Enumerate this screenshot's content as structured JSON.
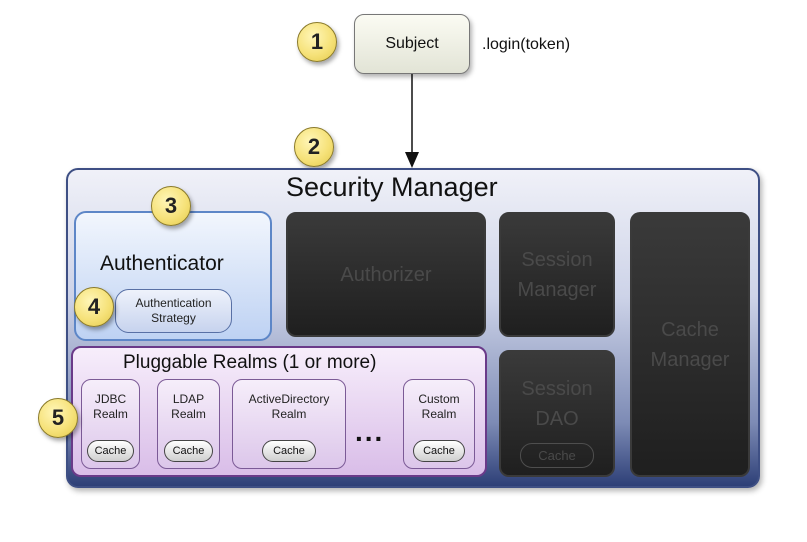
{
  "badges": [
    "1",
    "2",
    "3",
    "4",
    "5"
  ],
  "subject": {
    "label": "Subject",
    "call": ".login(token)"
  },
  "security_manager": {
    "title": "Security Manager",
    "authenticator": {
      "label": "Authenticator",
      "strategy_line1": "Authentication",
      "strategy_line2": "Strategy"
    },
    "authorizer": "Authorizer",
    "session_manager": [
      "Session",
      "Manager"
    ],
    "cache_manager": [
      "Cache",
      "Manager"
    ],
    "session_dao": [
      "Session",
      "DAO"
    ],
    "session_dao_cache": "Cache"
  },
  "realms": {
    "title": "Pluggable Realms (1 or more)",
    "ellipsis": "...",
    "items": [
      {
        "line1": "JDBC",
        "line2": "Realm",
        "cache": "Cache"
      },
      {
        "line1": "LDAP",
        "line2": "Realm",
        "cache": "Cache"
      },
      {
        "line1": "ActiveDirectory",
        "line2": "Realm",
        "cache": "Cache"
      },
      {
        "line1": "Custom",
        "line2": "Realm",
        "cache": "Cache"
      }
    ]
  },
  "colors": {
    "badge": "#f6e27a",
    "security_manager_border": "#3e4f84",
    "authenticator_fill": "#bed2f3",
    "dark_component": "#2a2a2a",
    "realms_fill": "#d9bde8"
  }
}
